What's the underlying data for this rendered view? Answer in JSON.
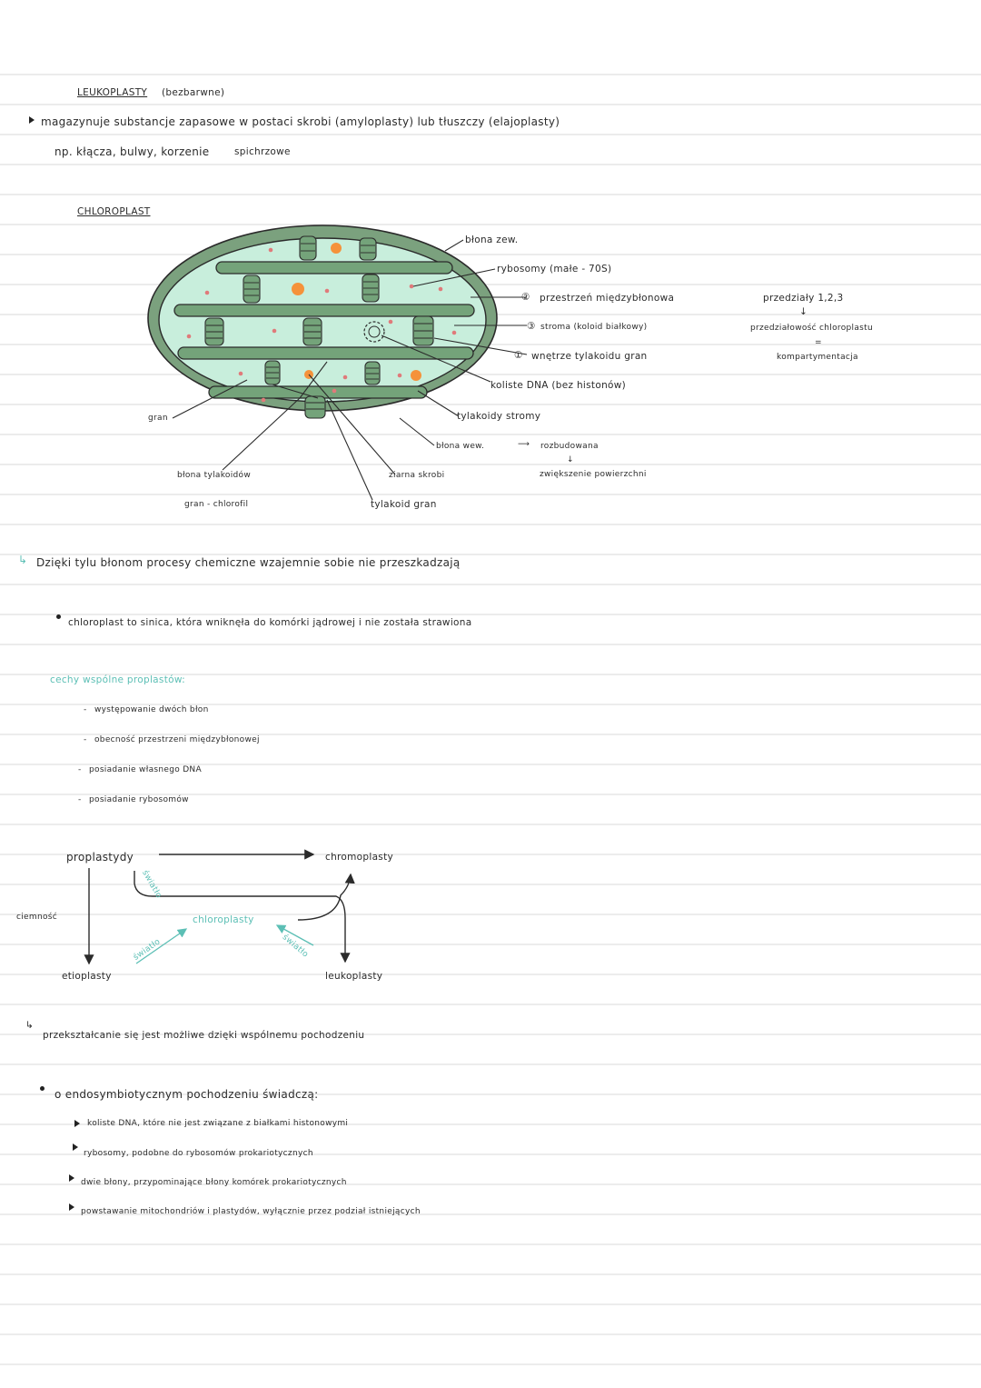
{
  "leukoplasty": {
    "title": "LEUKOPLASTY",
    "subtitle": "(bezbarwne)",
    "line1": "magazynuje substancje zapasowe w postaci skrobi (amyloplasty) lub tłuszczy (elajoplasty)",
    "line2": "np. kłącza, bulwy, korzenie",
    "line2b": "spichrzowe"
  },
  "chloroplast": {
    "title": "CHLOROPLAST",
    "labels": {
      "blona_zew": "błona zew.",
      "rybosomy": "rybosomy (małe - 70S)",
      "przestrzen": "przestrzeń międzybłonowa",
      "stroma": "stroma (koloid białkowy)",
      "wnetrze": "wnętrze tylakoidu gran",
      "koliste": "koliste DNA (bez histonów)",
      "tylakoidy_stromy": "tylakoidy stromy",
      "blona_wew": "błona wew.",
      "rozbudowana": "rozbudowana",
      "zwiekszenie": "zwiększenie powierzchni",
      "gran": "gran",
      "blona_tylakoidow": "błona tylakoidów",
      "gran_chlorofil": "gran - chlorofil",
      "ziarna": "ziarna skrobi",
      "tylakoid_gran": "tylakoid gran",
      "num1": "①",
      "num2": "②",
      "num3": "③"
    },
    "side": {
      "przedzialy": "przedziały 1,2,3",
      "arrow": "↓",
      "przedzialowosc": "przedziałowość chloroplastu",
      "eq": "=",
      "kompartymentacja": "kompartymentacja"
    }
  },
  "dzieki": "Dzięki tylu błonom procesy chemiczne wzajemnie sobie nie przeszkadzają",
  "sinica": "chloroplast to sinica, która wniknęła do komórki jądrowej i nie została strawiona",
  "cechy": {
    "title": "cechy wspólne proplastów:",
    "items": [
      "występowanie dwóch błon",
      "obecność przestrzeni międzybłonowej",
      "posiadanie własnego DNA",
      "posiadanie rybosomów"
    ]
  },
  "flow": {
    "proplastydy": "proplastydy",
    "chromoplasty": "chromoplasty",
    "chloroplasty": "chloroplasty",
    "etioplasty": "etioplasty",
    "leukoplasty": "leukoplasty",
    "ciemnosc": "ciemność",
    "swiatlo1": "światło",
    "swiatlo2": "światło",
    "swiatlo3": "światło"
  },
  "przeksztalcanie": "przekształcanie się jest możliwe dzięki wspólnemu pochodzeniu",
  "endo": {
    "title": "o endosymbiotycznym pochodzeniu świadczą:",
    "items": [
      "koliste DNA, które nie jest związane z białkami histonowymi",
      "rybosomy, podobne do rybosomów prokariotycznych",
      "dwie błony, przypominające błony komórek prokariotycznych",
      "powstawanie mitochondriów i plastydów, wyłącznie przez podział istniejących"
    ]
  },
  "colors": {
    "stroma": "#c8eedc",
    "outer": "#7ba17e",
    "thylakoid": "#74a37a",
    "starch": "#f5923a",
    "ribosome": "#e07a7a",
    "accent": "#5cbfb5"
  }
}
